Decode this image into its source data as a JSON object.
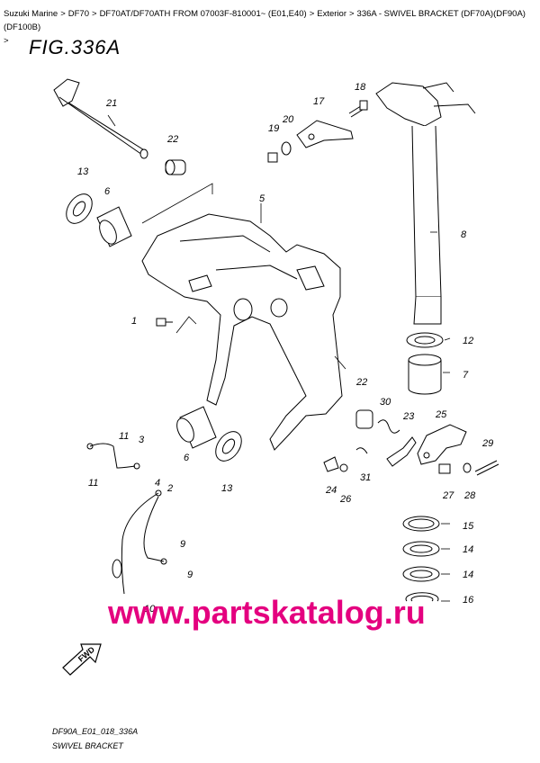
{
  "breadcrumb": {
    "items": [
      "Suzuki Marine",
      "DF70",
      "DF70AT/DF70ATH FROM 07003F-810001~ (E01,E40)",
      "Exterior",
      "336A - SWIVEL BRACKET (DF70A)(DF90A)(DF100B)"
    ],
    "separator": ">",
    "tail": ">"
  },
  "figure": {
    "title": "FIG.336A",
    "footer_code": "DF90A_E01_018_336A",
    "footer_name": "SWIVEL BRACKET"
  },
  "watermark": {
    "text": "www.partskatalog.ru",
    "color": "#e4007f"
  },
  "callouts": [
    "21",
    "22",
    "13",
    "6",
    "5",
    "1",
    "17",
    "18",
    "19",
    "20",
    "8",
    "12",
    "7",
    "22",
    "30",
    "23",
    "25",
    "29",
    "11",
    "3",
    "11",
    "6",
    "13",
    "24",
    "26",
    "31",
    "27",
    "28",
    "4",
    "2",
    "9",
    "9",
    "10",
    "15",
    "14",
    "14",
    "16"
  ],
  "fwd_label": "FWD"
}
